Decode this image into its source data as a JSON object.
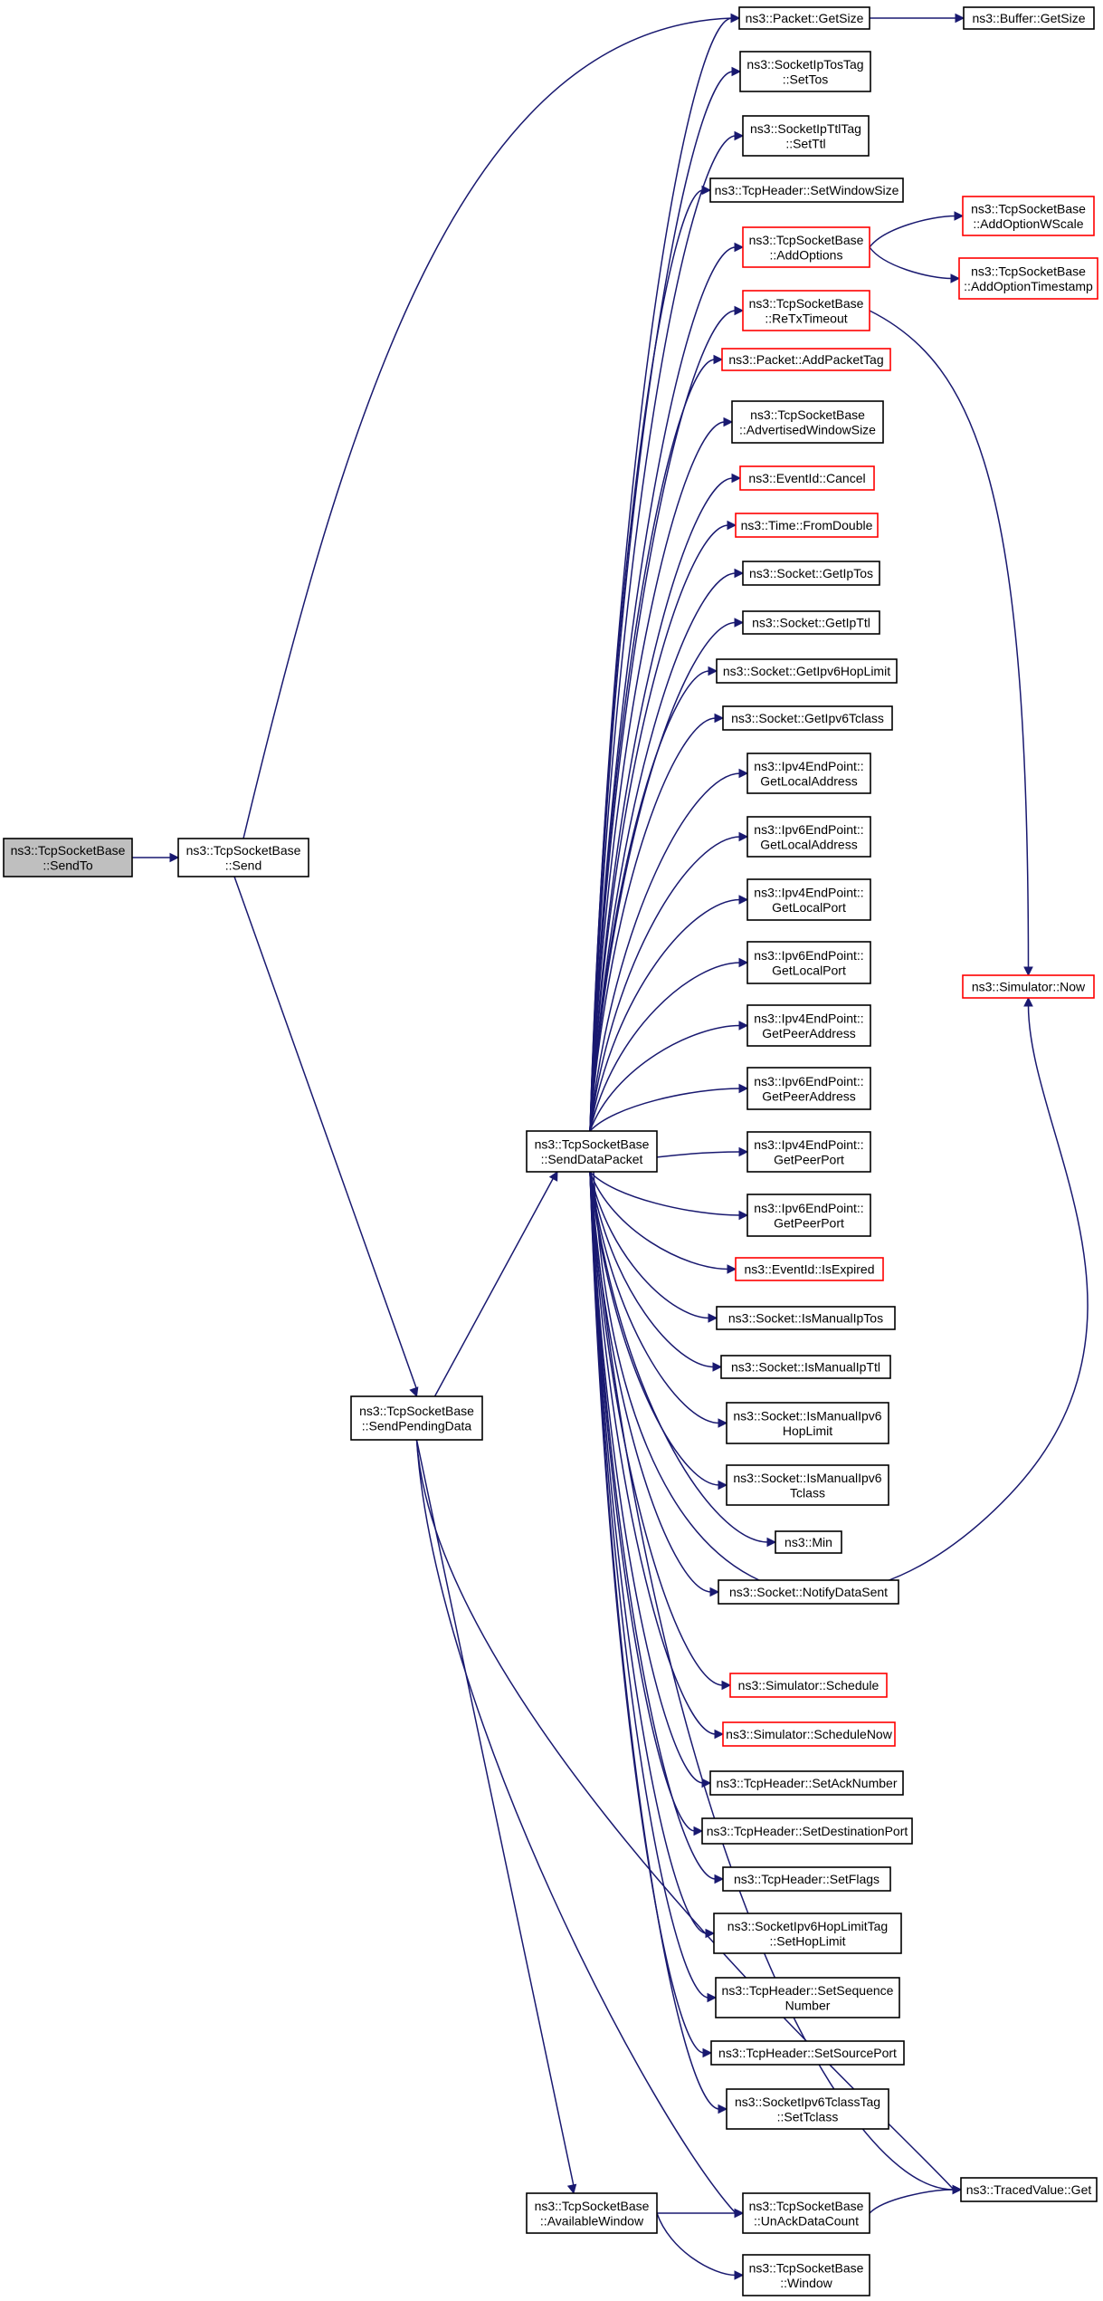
{
  "graph": {
    "nodes": [
      {
        "id": "sendto",
        "lines": [
          "ns3::TcpSocketBase",
          "::SendTo"
        ],
        "style": "root"
      },
      {
        "id": "send",
        "lines": [
          "ns3::TcpSocketBase",
          "::Send"
        ],
        "style": "plain"
      },
      {
        "id": "sendpending",
        "lines": [
          "ns3::TcpSocketBase",
          "::SendPendingData"
        ],
        "style": "plain"
      },
      {
        "id": "senddata",
        "lines": [
          "ns3::TcpSocketBase",
          "::SendDataPacket"
        ],
        "style": "plain"
      },
      {
        "id": "availwin",
        "lines": [
          "ns3::TcpSocketBase",
          "::AvailableWindow"
        ],
        "style": "plain"
      },
      {
        "id": "pktgetsize",
        "lines": [
          "ns3::Packet::GetSize"
        ],
        "style": "plain"
      },
      {
        "id": "bufgetsize",
        "lines": [
          "ns3::Buffer::GetSize"
        ],
        "style": "plain"
      },
      {
        "id": "settos",
        "lines": [
          "ns3::SocketIpTosTag",
          "::SetTos"
        ],
        "style": "plain"
      },
      {
        "id": "setttl",
        "lines": [
          "ns3::SocketIpTtlTag",
          "::SetTtl"
        ],
        "style": "plain"
      },
      {
        "id": "setwinsize",
        "lines": [
          "ns3::TcpHeader::SetWindowSize"
        ],
        "style": "plain"
      },
      {
        "id": "addoptions",
        "lines": [
          "ns3::TcpSocketBase",
          "::AddOptions"
        ],
        "style": "red"
      },
      {
        "id": "addwscale",
        "lines": [
          "ns3::TcpSocketBase",
          "::AddOptionWScale"
        ],
        "style": "red"
      },
      {
        "id": "addts",
        "lines": [
          "ns3::TcpSocketBase",
          "::AddOptionTimestamp"
        ],
        "style": "red"
      },
      {
        "id": "retx",
        "lines": [
          "ns3::TcpSocketBase",
          "::ReTxTimeout"
        ],
        "style": "red"
      },
      {
        "id": "addpkttag",
        "lines": [
          "ns3::Packet::AddPacketTag"
        ],
        "style": "red"
      },
      {
        "id": "advwin",
        "lines": [
          "ns3::TcpSocketBase",
          "::AdvertisedWindowSize"
        ],
        "style": "plain"
      },
      {
        "id": "cancel",
        "lines": [
          "ns3::EventId::Cancel"
        ],
        "style": "red"
      },
      {
        "id": "fromdouble",
        "lines": [
          "ns3::Time::FromDouble"
        ],
        "style": "red"
      },
      {
        "id": "getiptos",
        "lines": [
          "ns3::Socket::GetIpTos"
        ],
        "style": "plain"
      },
      {
        "id": "getipttl",
        "lines": [
          "ns3::Socket::GetIpTtl"
        ],
        "style": "plain"
      },
      {
        "id": "gethoplimit",
        "lines": [
          "ns3::Socket::GetIpv6HopLimit"
        ],
        "style": "plain"
      },
      {
        "id": "gettclass",
        "lines": [
          "ns3::Socket::GetIpv6Tclass"
        ],
        "style": "plain"
      },
      {
        "id": "v4localaddr",
        "lines": [
          "ns3::Ipv4EndPoint::",
          "GetLocalAddress"
        ],
        "style": "plain"
      },
      {
        "id": "v6localaddr",
        "lines": [
          "ns3::Ipv6EndPoint::",
          "GetLocalAddress"
        ],
        "style": "plain"
      },
      {
        "id": "v4localport",
        "lines": [
          "ns3::Ipv4EndPoint::",
          "GetLocalPort"
        ],
        "style": "plain"
      },
      {
        "id": "v6localport",
        "lines": [
          "ns3::Ipv6EndPoint::",
          "GetLocalPort"
        ],
        "style": "plain"
      },
      {
        "id": "v4peeraddr",
        "lines": [
          "ns3::Ipv4EndPoint::",
          "GetPeerAddress"
        ],
        "style": "plain"
      },
      {
        "id": "v6peeraddr",
        "lines": [
          "ns3::Ipv6EndPoint::",
          "GetPeerAddress"
        ],
        "style": "plain"
      },
      {
        "id": "v4peerport",
        "lines": [
          "ns3::Ipv4EndPoint::",
          "GetPeerPort"
        ],
        "style": "plain"
      },
      {
        "id": "v6peerport",
        "lines": [
          "ns3::Ipv6EndPoint::",
          "GetPeerPort"
        ],
        "style": "plain"
      },
      {
        "id": "isexpired",
        "lines": [
          "ns3::EventId::IsExpired"
        ],
        "style": "red"
      },
      {
        "id": "manualtos",
        "lines": [
          "ns3::Socket::IsManualIpTos"
        ],
        "style": "plain"
      },
      {
        "id": "manualttl",
        "lines": [
          "ns3::Socket::IsManualIpTtl"
        ],
        "style": "plain"
      },
      {
        "id": "manualhop",
        "lines": [
          "ns3::Socket::IsManualIpv6",
          "HopLimit"
        ],
        "style": "plain"
      },
      {
        "id": "manualtclass",
        "lines": [
          "ns3::Socket::IsManualIpv6",
          "Tclass"
        ],
        "style": "plain"
      },
      {
        "id": "min",
        "lines": [
          "ns3::Min"
        ],
        "style": "plain"
      },
      {
        "id": "notifysent",
        "lines": [
          "ns3::Socket::NotifyDataSent"
        ],
        "style": "plain"
      },
      {
        "id": "schedule",
        "lines": [
          "ns3::Simulator::Schedule"
        ],
        "style": "red"
      },
      {
        "id": "schedulenow",
        "lines": [
          "ns3::Simulator::ScheduleNow"
        ],
        "style": "red"
      },
      {
        "id": "setack",
        "lines": [
          "ns3::TcpHeader::SetAckNumber"
        ],
        "style": "plain"
      },
      {
        "id": "setdstport",
        "lines": [
          "ns3::TcpHeader::SetDestinationPort"
        ],
        "style": "plain"
      },
      {
        "id": "setflags",
        "lines": [
          "ns3::TcpHeader::SetFlags"
        ],
        "style": "plain"
      },
      {
        "id": "sethoplimit",
        "lines": [
          "ns3::SocketIpv6HopLimitTag",
          "::SetHopLimit"
        ],
        "style": "plain"
      },
      {
        "id": "setseq",
        "lines": [
          "ns3::TcpHeader::SetSequence",
          "Number"
        ],
        "style": "plain"
      },
      {
        "id": "setsrcport",
        "lines": [
          "ns3::TcpHeader::SetSourcePort"
        ],
        "style": "plain"
      },
      {
        "id": "settclass",
        "lines": [
          "ns3::SocketIpv6TclassTag",
          "::SetTclass"
        ],
        "style": "plain"
      },
      {
        "id": "unack",
        "lines": [
          "ns3::TcpSocketBase",
          "::UnAckDataCount"
        ],
        "style": "plain"
      },
      {
        "id": "window",
        "lines": [
          "ns3::TcpSocketBase",
          "::Window"
        ],
        "style": "plain"
      },
      {
        "id": "simnow",
        "lines": [
          "ns3::Simulator::Now"
        ],
        "style": "red"
      },
      {
        "id": "tracedget",
        "lines": [
          "ns3::TracedValue::Get"
        ],
        "style": "plain"
      }
    ],
    "edges": [
      [
        "sendto",
        "send"
      ],
      [
        "send",
        "pktgetsize"
      ],
      [
        "send",
        "sendpending"
      ],
      [
        "sendpending",
        "senddata"
      ],
      [
        "sendpending",
        "availwin"
      ],
      [
        "sendpending",
        "unack"
      ],
      [
        "sendpending",
        "tracedget"
      ],
      [
        "availwin",
        "unack"
      ],
      [
        "availwin",
        "window"
      ],
      [
        "unack",
        "tracedget"
      ],
      [
        "pktgetsize",
        "bufgetsize"
      ],
      [
        "addoptions",
        "addwscale"
      ],
      [
        "addoptions",
        "addts"
      ],
      [
        "retx",
        "simnow"
      ],
      [
        "senddata",
        "pktgetsize"
      ],
      [
        "senddata",
        "settos"
      ],
      [
        "senddata",
        "setttl"
      ],
      [
        "senddata",
        "setwinsize"
      ],
      [
        "senddata",
        "addoptions"
      ],
      [
        "senddata",
        "retx"
      ],
      [
        "senddata",
        "addpkttag"
      ],
      [
        "senddata",
        "advwin"
      ],
      [
        "senddata",
        "cancel"
      ],
      [
        "senddata",
        "fromdouble"
      ],
      [
        "senddata",
        "getiptos"
      ],
      [
        "senddata",
        "getipttl"
      ],
      [
        "senddata",
        "gethoplimit"
      ],
      [
        "senddata",
        "gettclass"
      ],
      [
        "senddata",
        "v4localaddr"
      ],
      [
        "senddata",
        "v6localaddr"
      ],
      [
        "senddata",
        "v4localport"
      ],
      [
        "senddata",
        "v6localport"
      ],
      [
        "senddata",
        "v4peeraddr"
      ],
      [
        "senddata",
        "v6peeraddr"
      ],
      [
        "senddata",
        "v4peerport"
      ],
      [
        "senddata",
        "v6peerport"
      ],
      [
        "senddata",
        "isexpired"
      ],
      [
        "senddata",
        "manualtos"
      ],
      [
        "senddata",
        "manualttl"
      ],
      [
        "senddata",
        "manualhop"
      ],
      [
        "senddata",
        "manualtclass"
      ],
      [
        "senddata",
        "min"
      ],
      [
        "senddata",
        "notifysent"
      ],
      [
        "senddata",
        "simnow"
      ],
      [
        "senddata",
        "schedule"
      ],
      [
        "senddata",
        "schedulenow"
      ],
      [
        "senddata",
        "setack"
      ],
      [
        "senddata",
        "setdstport"
      ],
      [
        "senddata",
        "setflags"
      ],
      [
        "senddata",
        "sethoplimit"
      ],
      [
        "senddata",
        "setseq"
      ],
      [
        "senddata",
        "setsrcport"
      ],
      [
        "senddata",
        "settclass"
      ],
      [
        "senddata",
        "tracedget"
      ]
    ]
  }
}
